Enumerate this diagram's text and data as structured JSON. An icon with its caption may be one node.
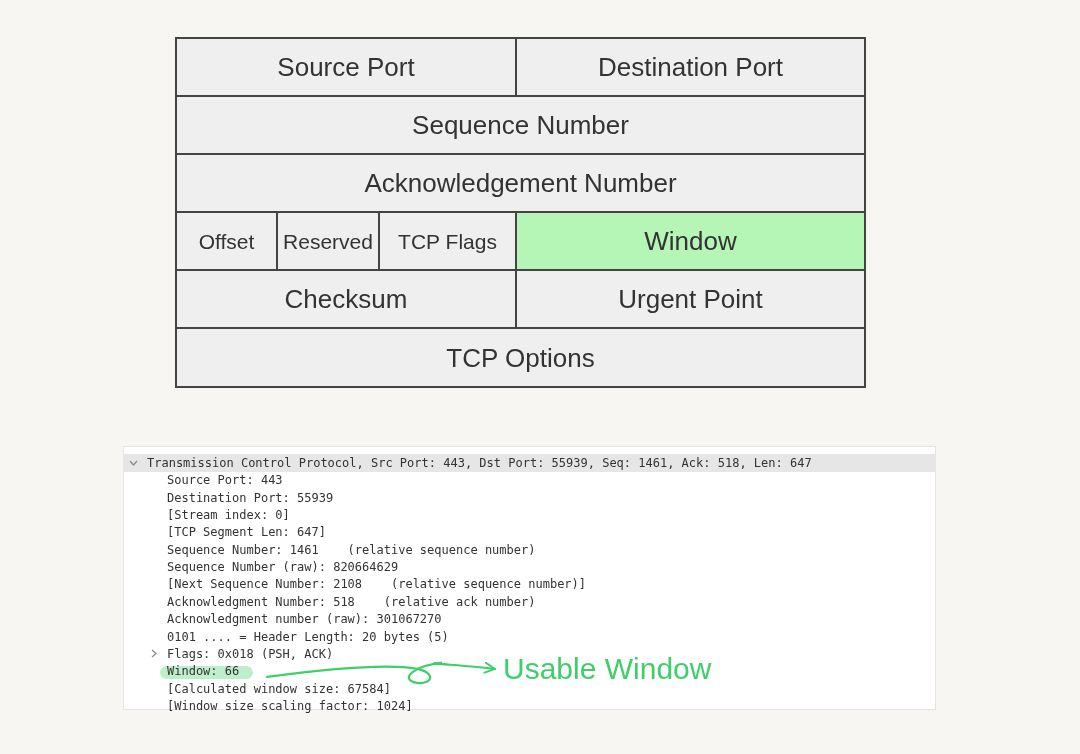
{
  "diagram": {
    "nodes": [
      {
        "text": [
          "Source Port"
        ]
      },
      {
        "text": [
          "Destination Port"
        ]
      },
      {
        "text": [
          "Sequence Number"
        ]
      },
      {
        "text": [
          "Acknowledgement Number"
        ]
      },
      {
        "text": [
          "Offset"
        ]
      },
      {
        "text": [
          "Reserved"
        ]
      },
      {
        "text": [
          "TCP Flags"
        ]
      },
      {
        "text": [
          "Window"
        ]
      },
      {
        "text": [
          "Checksum"
        ]
      },
      {
        "text": [
          "Urgent Point"
        ]
      },
      {
        "text": [
          "TCP Options"
        ]
      },
      {
        "text": [
          "Window: 66"
        ]
      },
      {
        "text": [
          "Usable Window"
        ]
      }
    ],
    "edges": [
      {
        "from": 11,
        "to": 12,
        "arrow": "to",
        "color": "#3fcf6a"
      }
    ],
    "labels": [
      "Transmission Control Protocol, Src Port: 443, Dst Port: 55939, Seq: 1461, Ack: 518, Len: 647",
      "Source Port: 443",
      "Destination Port: 55939",
      "[Stream index: 0]",
      "[TCP Segment Len: 647]",
      "Sequence Number: 1461    (relative sequence number)",
      "Sequence Number (raw): 820664629",
      "[Next Sequence Number: 2108    (relative sequence number)]",
      "Acknowledgment Number: 518    (relative ack number)",
      "Acknowledgment number (raw): 301067270",
      "0101 .... = Header Length: 20 bytes (5)",
      "Flags: 0x018 (PSH, ACK)",
      "[Calculated window size: 67584]",
      "[Window size scaling factor: 1024]"
    ]
  }
}
